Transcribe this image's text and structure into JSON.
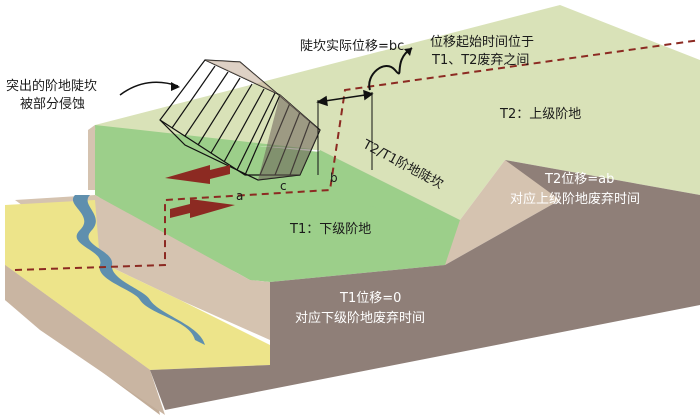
{
  "labels": {
    "scarp_displacement": "陡坎实际位移=bc",
    "displacement_start_line1": "位移起始时间位于",
    "displacement_start_line2": "T1、T2废弃之间",
    "eroded_line1": "突出的阶地陡坎",
    "eroded_line2": "被部分侵蚀",
    "upper_terrace": "T2：上级阶地",
    "scarp": "T2/T1阶地陡坎",
    "lower_terrace": "T1：下级阶地",
    "t2_disp_line1": "T2位移=ab",
    "t2_disp_line2": "对应上级阶地废弃时间",
    "t1_disp_line1": "T1位移=0",
    "t1_disp_line2": "对应下级阶地废弃时间",
    "point_a": "a",
    "point_b": "b",
    "point_c": "c"
  },
  "colors": {
    "upper_terrace": "#d9e2b8",
    "lower_terrace": "#9ccf8a",
    "scarp_face": "#d5c3b0",
    "side_wall": "#8f7f78",
    "floodplain": "#ede48a",
    "river": "#5f8fae",
    "fault": "#8c2a22"
  }
}
